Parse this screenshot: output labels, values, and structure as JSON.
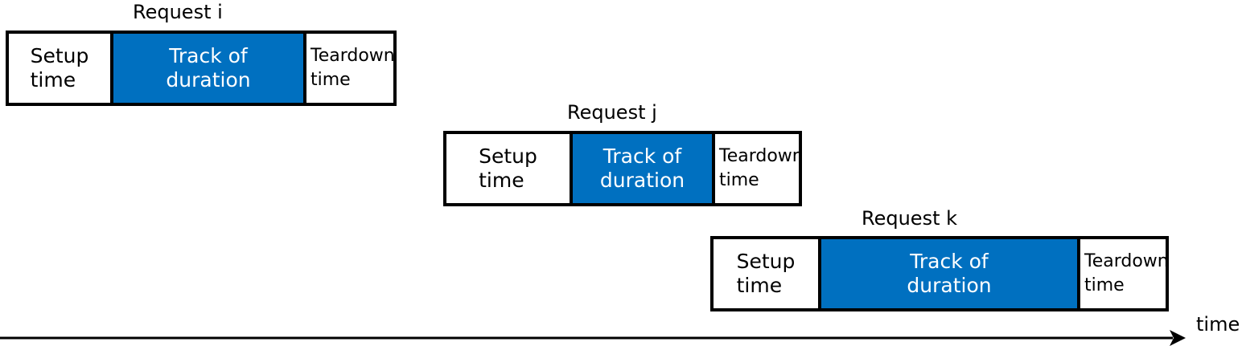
{
  "requests": [
    {
      "label": "Request i",
      "setup": [
        "Setup",
        "time"
      ],
      "track": [
        "Track of",
        "duration"
      ],
      "teardown": [
        "Teardown",
        "time"
      ]
    },
    {
      "label": "Request j",
      "setup": [
        "Setup",
        "time"
      ],
      "track": [
        "Track of",
        "duration"
      ],
      "teardown": [
        "Teardown",
        "time"
      ]
    },
    {
      "label": "Request k",
      "setup": [
        "Setup",
        "time"
      ],
      "track": [
        "Track of",
        "duration"
      ],
      "teardown": [
        "Teardown",
        "time"
      ]
    }
  ],
  "axis": {
    "label": "time"
  },
  "colors": {
    "track": "#0070c0",
    "border": "#000000",
    "background": "#ffffff"
  }
}
